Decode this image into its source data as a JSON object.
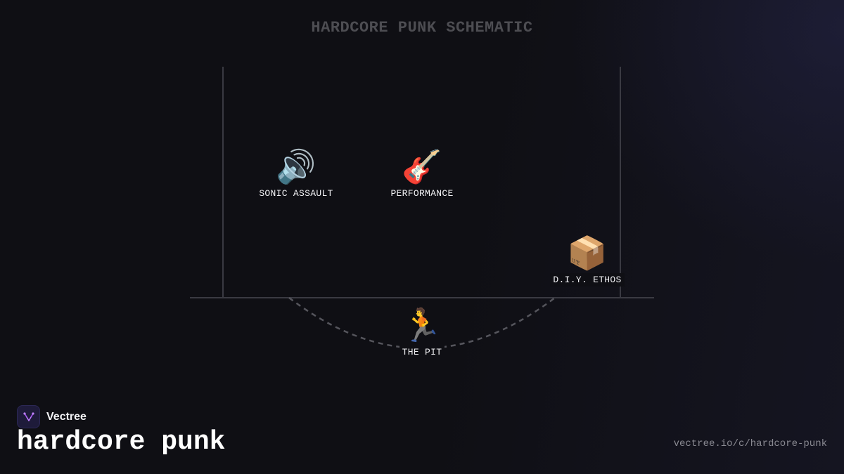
{
  "diagram": {
    "title": "HARDCORE PUNK SCHEMATIC",
    "nodes": [
      {
        "id": "sonic-assault",
        "emoji": "🔊",
        "label": "SONIC ASSAULT"
      },
      {
        "id": "performance",
        "emoji": "🎸",
        "label": "PERFORMANCE"
      },
      {
        "id": "diy-ethos",
        "emoji": "📦",
        "label": "D.I.Y. ETHOS"
      },
      {
        "id": "the-pit",
        "emoji": "🏃",
        "label": "THE PIT"
      }
    ]
  },
  "brand": {
    "name": "Vectree",
    "topic": "hardcore punk",
    "url": "vectree.io/c/hardcore-punk",
    "accent_color": "#a855f7"
  }
}
